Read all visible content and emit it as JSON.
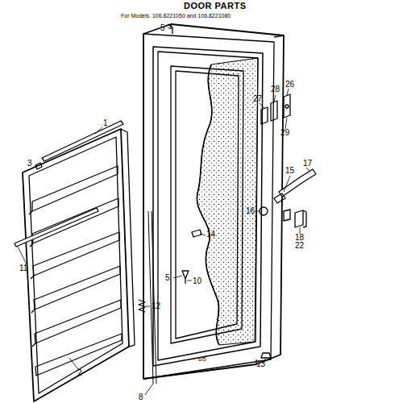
{
  "diagram": {
    "title": "DOOR PARTS",
    "labels": [
      "For Models. 106.8221050 and 106.8221080",
      "5",
      "1",
      "3",
      "11",
      "2",
      "12",
      "8",
      "5",
      "10",
      "14",
      "16",
      "15",
      "17",
      "18",
      "22",
      "27",
      "28",
      "26",
      "29",
      "13",
      "6/5"
    ]
  }
}
